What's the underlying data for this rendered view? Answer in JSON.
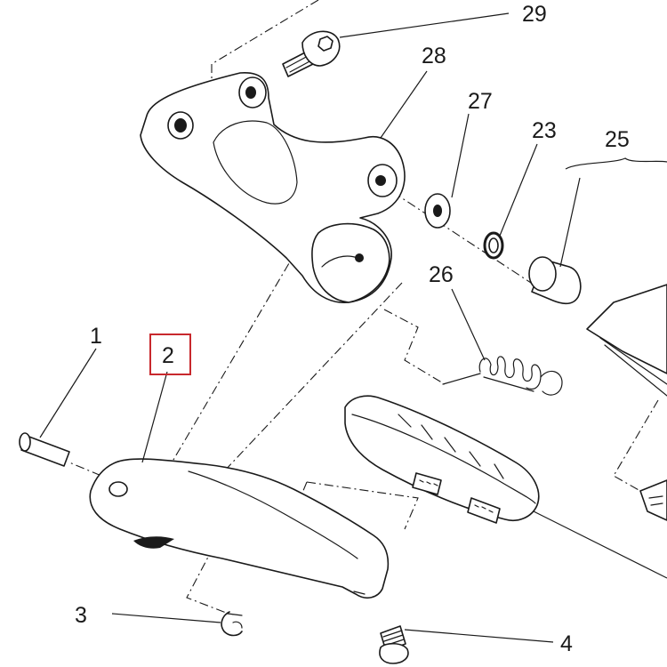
{
  "diagram": {
    "highlight_color": "#c8282d",
    "line_color": "#1a1a1a",
    "callouts": {
      "c1": "1",
      "c2": "2",
      "c3": "3",
      "c4": "4",
      "c23": "23",
      "c25": "25",
      "c26": "26",
      "c27": "27",
      "c28": "28",
      "c29": "29"
    }
  }
}
